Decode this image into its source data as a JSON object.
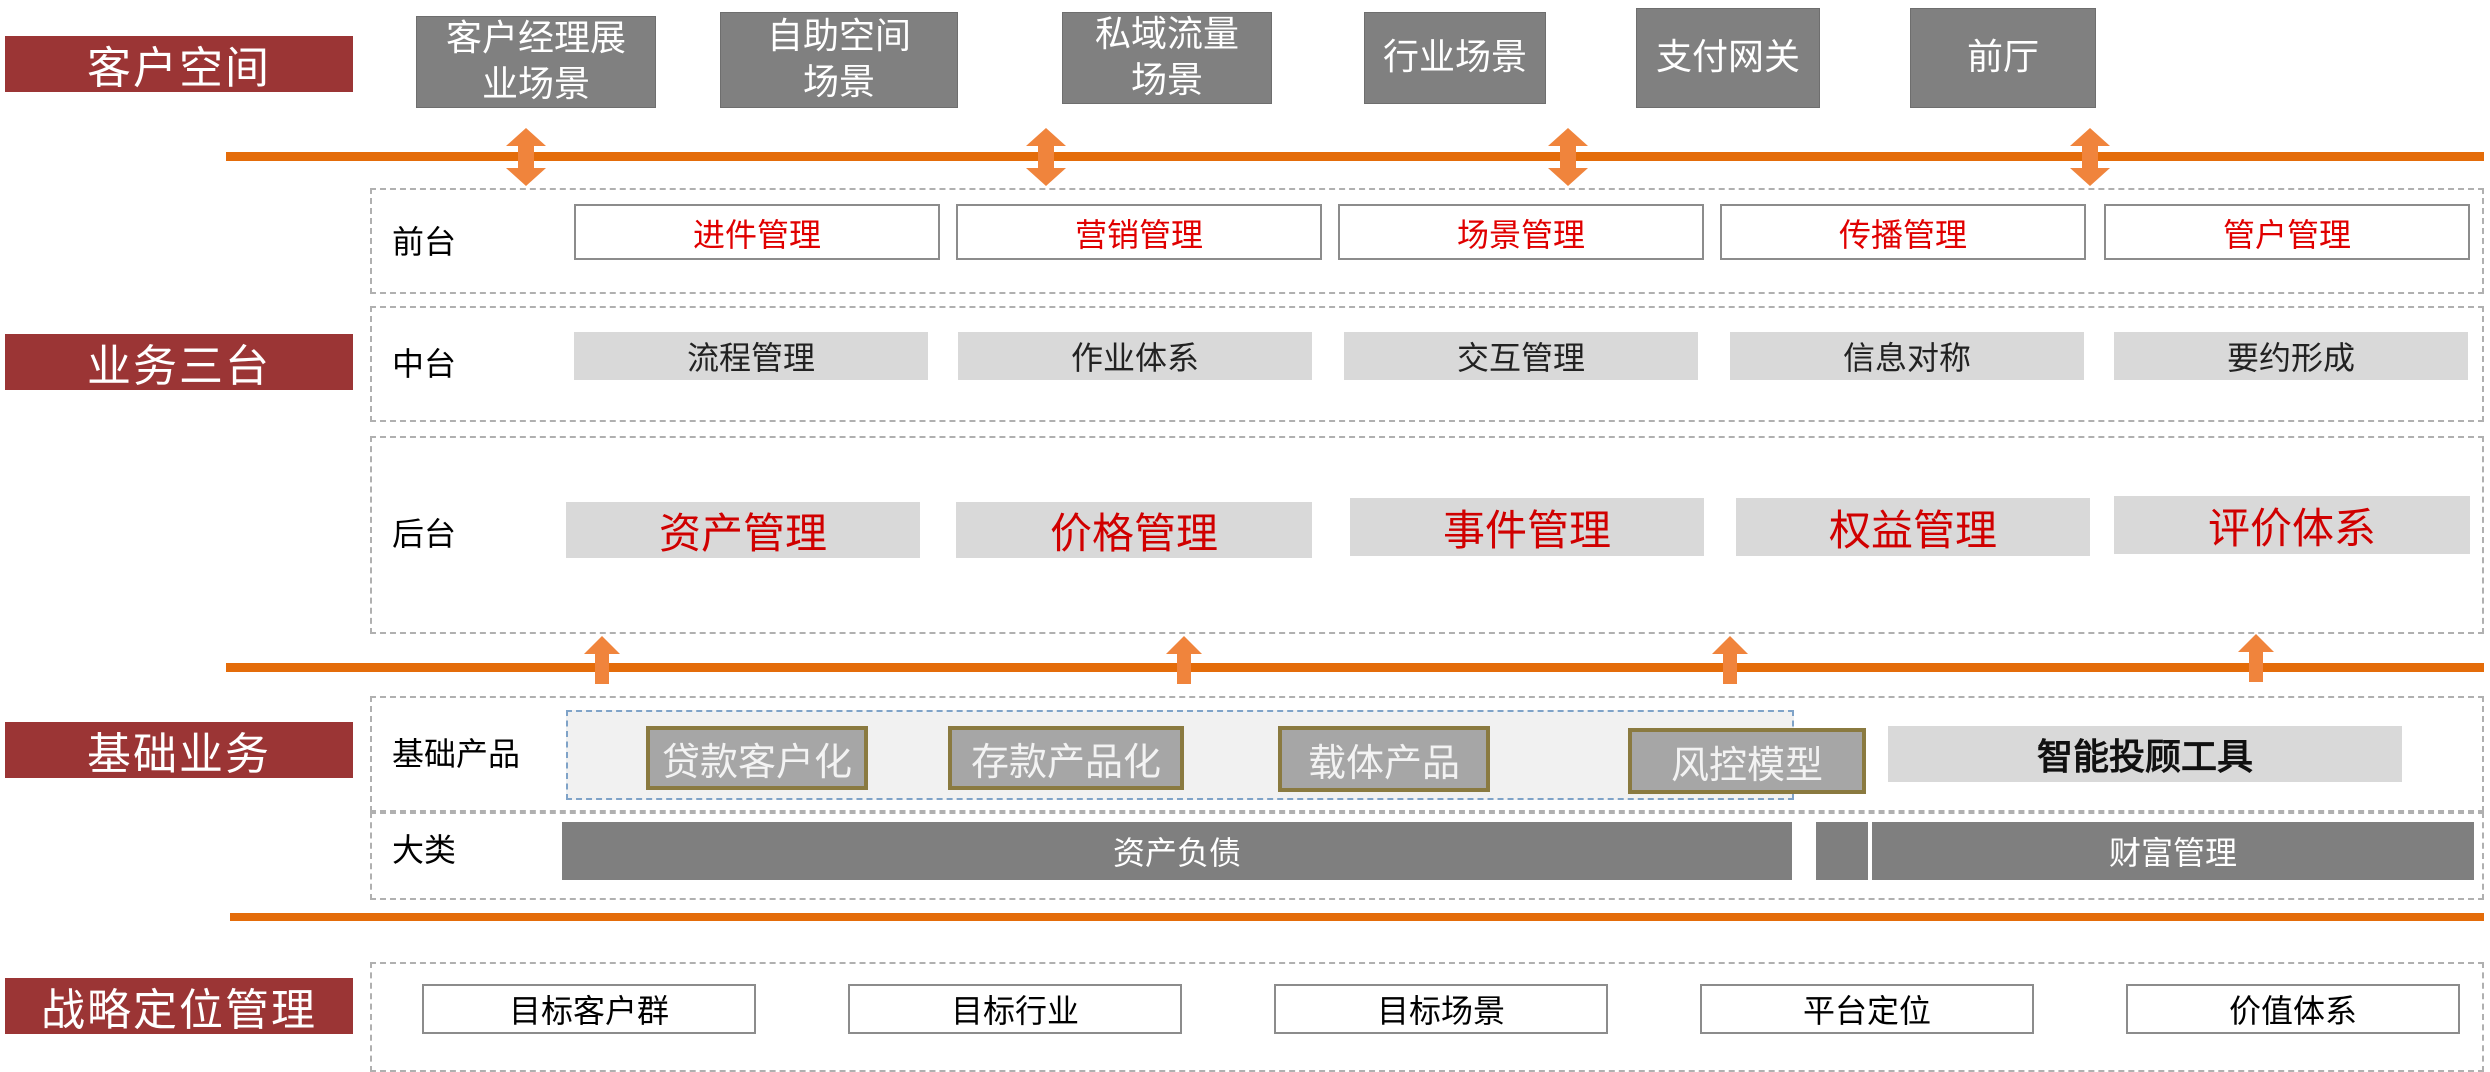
{
  "sections": {
    "customer_space": "客户空间",
    "business_platforms": "业务三台",
    "basic_business": "基础业务",
    "strategy": "战略定位管理"
  },
  "customer_scenes": [
    "客户经理展\n业场景",
    "自助空间\n场景",
    "私域流量\n场景",
    "行业场景",
    "支付网关",
    "前厅"
  ],
  "front": {
    "label": "前台",
    "items": [
      "进件管理",
      "营销管理",
      "场景管理",
      "传播管理",
      "管户管理"
    ]
  },
  "middle": {
    "label": "中台",
    "items": [
      "流程管理",
      "作业体系",
      "交互管理",
      "信息对称",
      "要约形成"
    ]
  },
  "back": {
    "label": "后台",
    "items": [
      "资产管理",
      "价格管理",
      "事件管理",
      "权益管理",
      "评价体系"
    ]
  },
  "basic_products": {
    "label": "基础产品",
    "items": [
      "贷款客户化",
      "存款产品化",
      "载体产品",
      "风控模型"
    ],
    "tool": "智能投顾工具"
  },
  "categories": {
    "label": "大类",
    "left": "资产负债",
    "right": "财富管理"
  },
  "strategy_items": [
    "目标客户群",
    "目标行业",
    "目标场景",
    "平台定位",
    "价值体系"
  ],
  "colors": {
    "label_red": "#9b3535",
    "line_orange": "#e46c0a",
    "arrow_orange": "#f0843c",
    "text_red": "#e00000"
  }
}
